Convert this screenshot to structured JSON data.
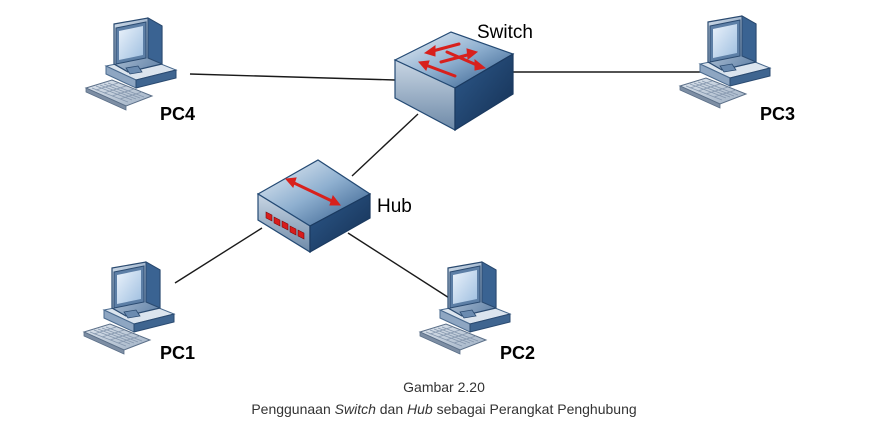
{
  "nodes": {
    "switch": {
      "label": "Switch"
    },
    "hub": {
      "label": "Hub"
    },
    "pc1": {
      "label": "PC1"
    },
    "pc2": {
      "label": "PC2"
    },
    "pc3": {
      "label": "PC3"
    },
    "pc4": {
      "label": "PC4"
    }
  },
  "edges": [
    {
      "from": "pc4",
      "to": "switch"
    },
    {
      "from": "switch",
      "to": "pc3"
    },
    {
      "from": "switch",
      "to": "hub"
    },
    {
      "from": "hub",
      "to": "pc1"
    },
    {
      "from": "hub",
      "to": "pc2"
    }
  ],
  "caption": {
    "figure_number": "Gambar 2.20",
    "prefix": "Penggunaan ",
    "term1": "Switch",
    "middle": " dan ",
    "term2": "Hub",
    "suffix": " sebagai Perangkat Penghubung"
  },
  "colors": {
    "device_blue": "#3d6a9c",
    "arrow_red": "#d8201c",
    "line": "#1a1a1a"
  }
}
